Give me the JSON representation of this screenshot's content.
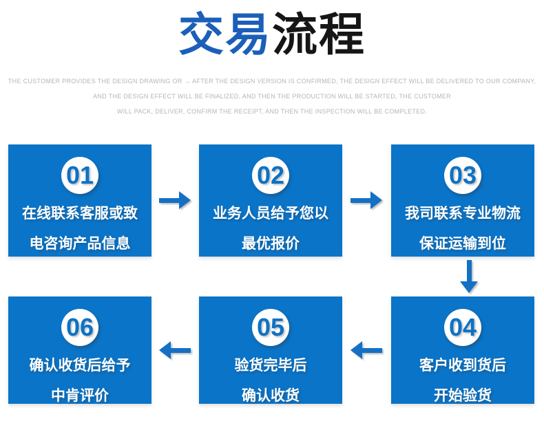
{
  "title": {
    "highlight": "交易",
    "rest": "流程"
  },
  "subtitle_lines": [
    "THE CUSTOMER PROVIDES THE DESIGN DRAWING OR → AFTER THE DESIGN VERSION IS CONFIRMED, THE DESIGN EFFECT WILL BE DELIVERED TO OUR COMPANY,",
    "AND THE DESIGN EFFECT WILL BE FINALIZED, AND THEN THE PRODUCTION WILL BE STARTED, THE CUSTOMER",
    "WILL PACK, DELIVER, CONFIRM THE RECEIPT, AND THEN THE INSPECTION WILL BE COMPLETED."
  ],
  "steps": [
    {
      "number": "01",
      "lines": [
        "在线联系客服或致",
        "电咨询产品信息"
      ]
    },
    {
      "number": "02",
      "lines": [
        "业务人员给予您以",
        "最优报价"
      ]
    },
    {
      "number": "03",
      "lines": [
        "我司联系专业物流",
        "保证运输到位"
      ]
    },
    {
      "number": "04",
      "lines": [
        "客户收到货后",
        "开始验货"
      ]
    },
    {
      "number": "05",
      "lines": [
        "验货完毕后",
        "确认收货"
      ]
    },
    {
      "number": "06",
      "lines": [
        "确认收货后给予",
        "中肯评价"
      ]
    }
  ],
  "flow_order": [
    "01 → 02",
    "02 → 03",
    "03 ↓ 04",
    "04 ← 05",
    "05 ← 06"
  ],
  "colors": {
    "box_blue": "#0a74c8",
    "title_blue": "#1b5fb9",
    "title_dark": "#161616",
    "arrow_blue": "#1470c5",
    "number_blue": "#0d72c4",
    "subtitle_gray": "#b5b5b5",
    "background": "#ffffff"
  }
}
